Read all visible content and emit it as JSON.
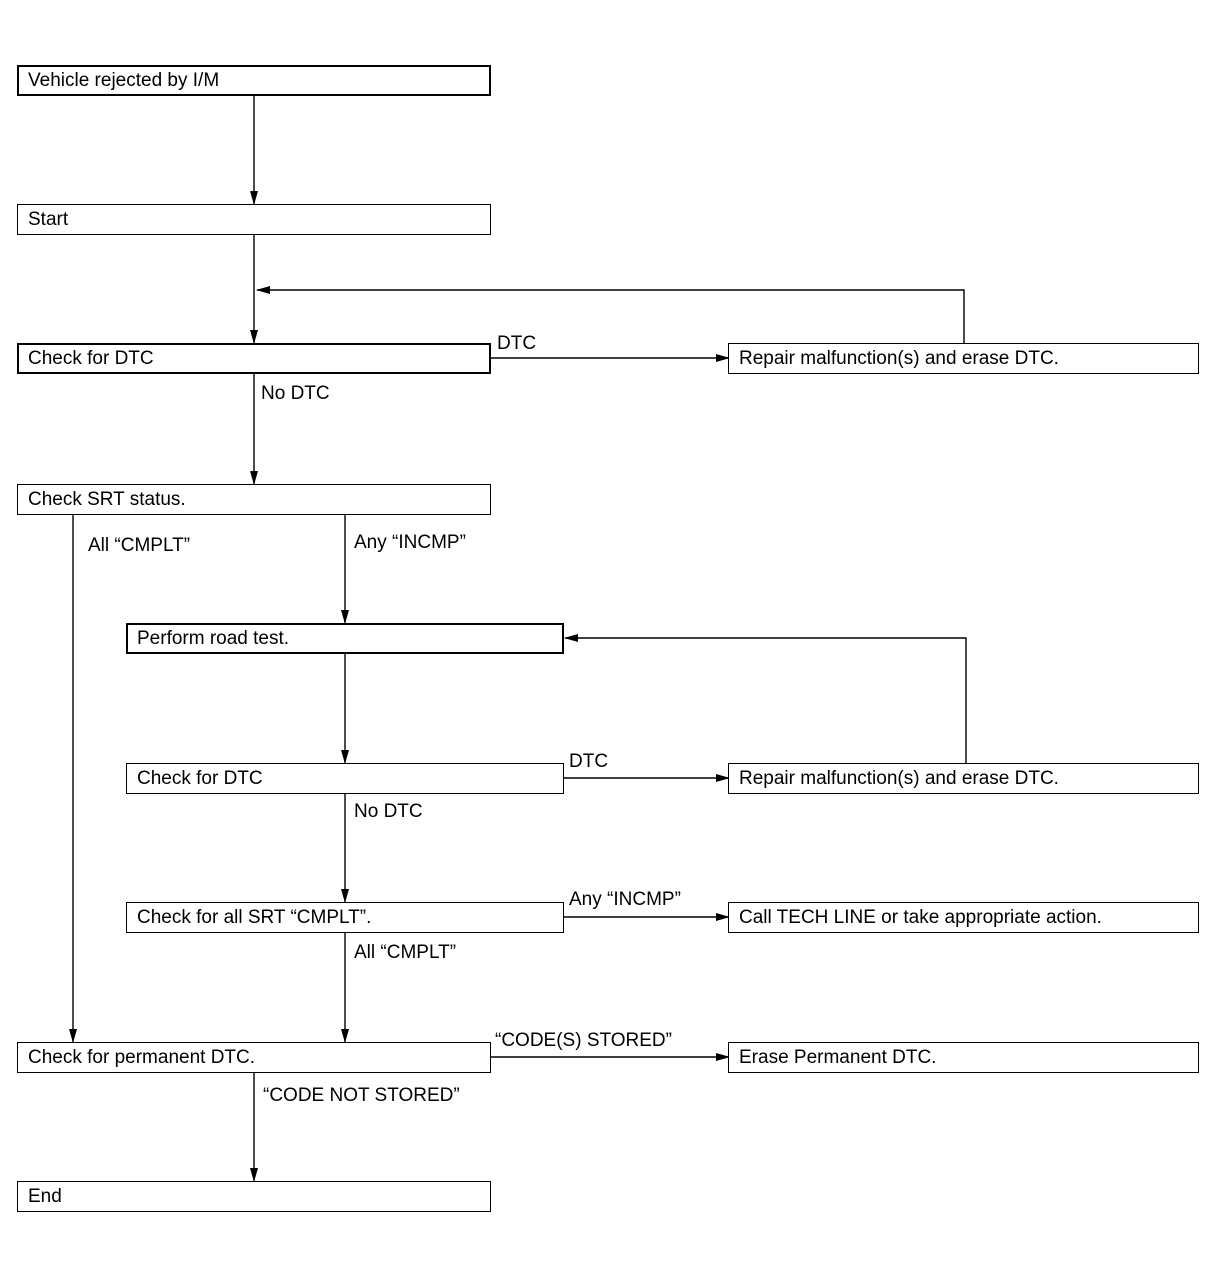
{
  "flowchart": {
    "nodes": {
      "rejected": "Vehicle rejected by I/M",
      "start": "Start",
      "check_dtc_1": "Check for DTC",
      "repair_1": "Repair malfunction(s) and erase DTC.",
      "check_srt": "Check SRT status.",
      "road_test": "Perform road test.",
      "check_dtc_2": "Check for DTC",
      "repair_2": "Repair malfunction(s) and erase DTC.",
      "check_all_srt": "Check for all SRT “CMPLT”.",
      "call_tech_line": "Call TECH LINE or take appropriate action.",
      "check_permanent": "Check for permanent DTC.",
      "erase_permanent": "Erase Permanent DTC.",
      "end": "End"
    },
    "edge_labels": {
      "dtc_1": "DTC",
      "no_dtc_1": "No DTC",
      "all_cmplt_1": "All “CMPLT”",
      "any_incmp_1": "Any “INCMP”",
      "dtc_2": "DTC",
      "no_dtc_2": "No DTC",
      "any_incmp_2": "Any “INCMP”",
      "all_cmplt_2": "All “CMPLT”",
      "codes_stored": "“CODE(S) STORED”",
      "code_not_stored": "“CODE NOT STORED”"
    }
  }
}
